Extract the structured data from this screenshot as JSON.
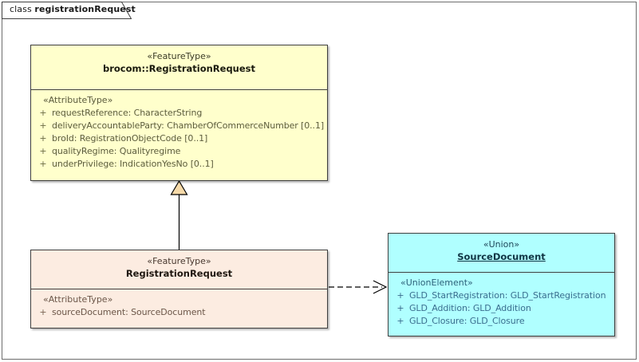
{
  "diagram": {
    "frame": {
      "keyword": "class",
      "name": "registrationRequest"
    },
    "colors": {
      "feature_type_super_fill": "#FFFFCC",
      "feature_type_sub_fill": "#FCECE1",
      "union_fill": "#B0FFFF",
      "border": "#3F3F3F",
      "generalization_arrow_fill": "#F5D9A8",
      "canvas": "#FFFFFF"
    },
    "nodes": [
      {
        "id": "brocom-registration-request",
        "stereotype": "«FeatureType»",
        "name": "brocom::RegistrationRequest",
        "name_underlined": false,
        "compartment_stereotype": "«AttributeType»",
        "attributes": [
          {
            "visibility": "+",
            "text": "requestReference: CharacterString"
          },
          {
            "visibility": "+",
            "text": "deliveryAccountableParty: ChamberOfCommerceNumber [0..1]"
          },
          {
            "visibility": "+",
            "text": "broId: RegistrationObjectCode [0..1]"
          },
          {
            "visibility": "+",
            "text": "qualityRegime: Qualityregime"
          },
          {
            "visibility": "+",
            "text": "underPrivilege: IndicationYesNo [0..1]"
          }
        ]
      },
      {
        "id": "registration-request",
        "stereotype": "«FeatureType»",
        "name": "RegistrationRequest",
        "name_underlined": false,
        "compartment_stereotype": "«AttributeType»",
        "attributes": [
          {
            "visibility": "+",
            "text": "sourceDocument: SourceDocument"
          }
        ]
      },
      {
        "id": "source-document",
        "stereotype": "«Union»",
        "name": "SourceDocument",
        "name_underlined": true,
        "compartment_stereotype": "«UnionElement»",
        "attributes": [
          {
            "visibility": "+",
            "text": "GLD_StartRegistration: GLD_StartRegistration"
          },
          {
            "visibility": "+",
            "text": "GLD_Addition: GLD_Addition"
          },
          {
            "visibility": "+",
            "text": "GLD_Closure: GLD_Closure"
          }
        ]
      }
    ],
    "connectors": [
      {
        "id": "generalization",
        "type": "generalization",
        "from": "registration-request",
        "to": "brocom-registration-request",
        "style": "solid",
        "arrow": "hollow-triangle",
        "label": ""
      },
      {
        "id": "dependency",
        "type": "dependency",
        "from": "registration-request",
        "to": "source-document",
        "style": "dashed",
        "arrow": "open",
        "label": ""
      }
    ]
  }
}
